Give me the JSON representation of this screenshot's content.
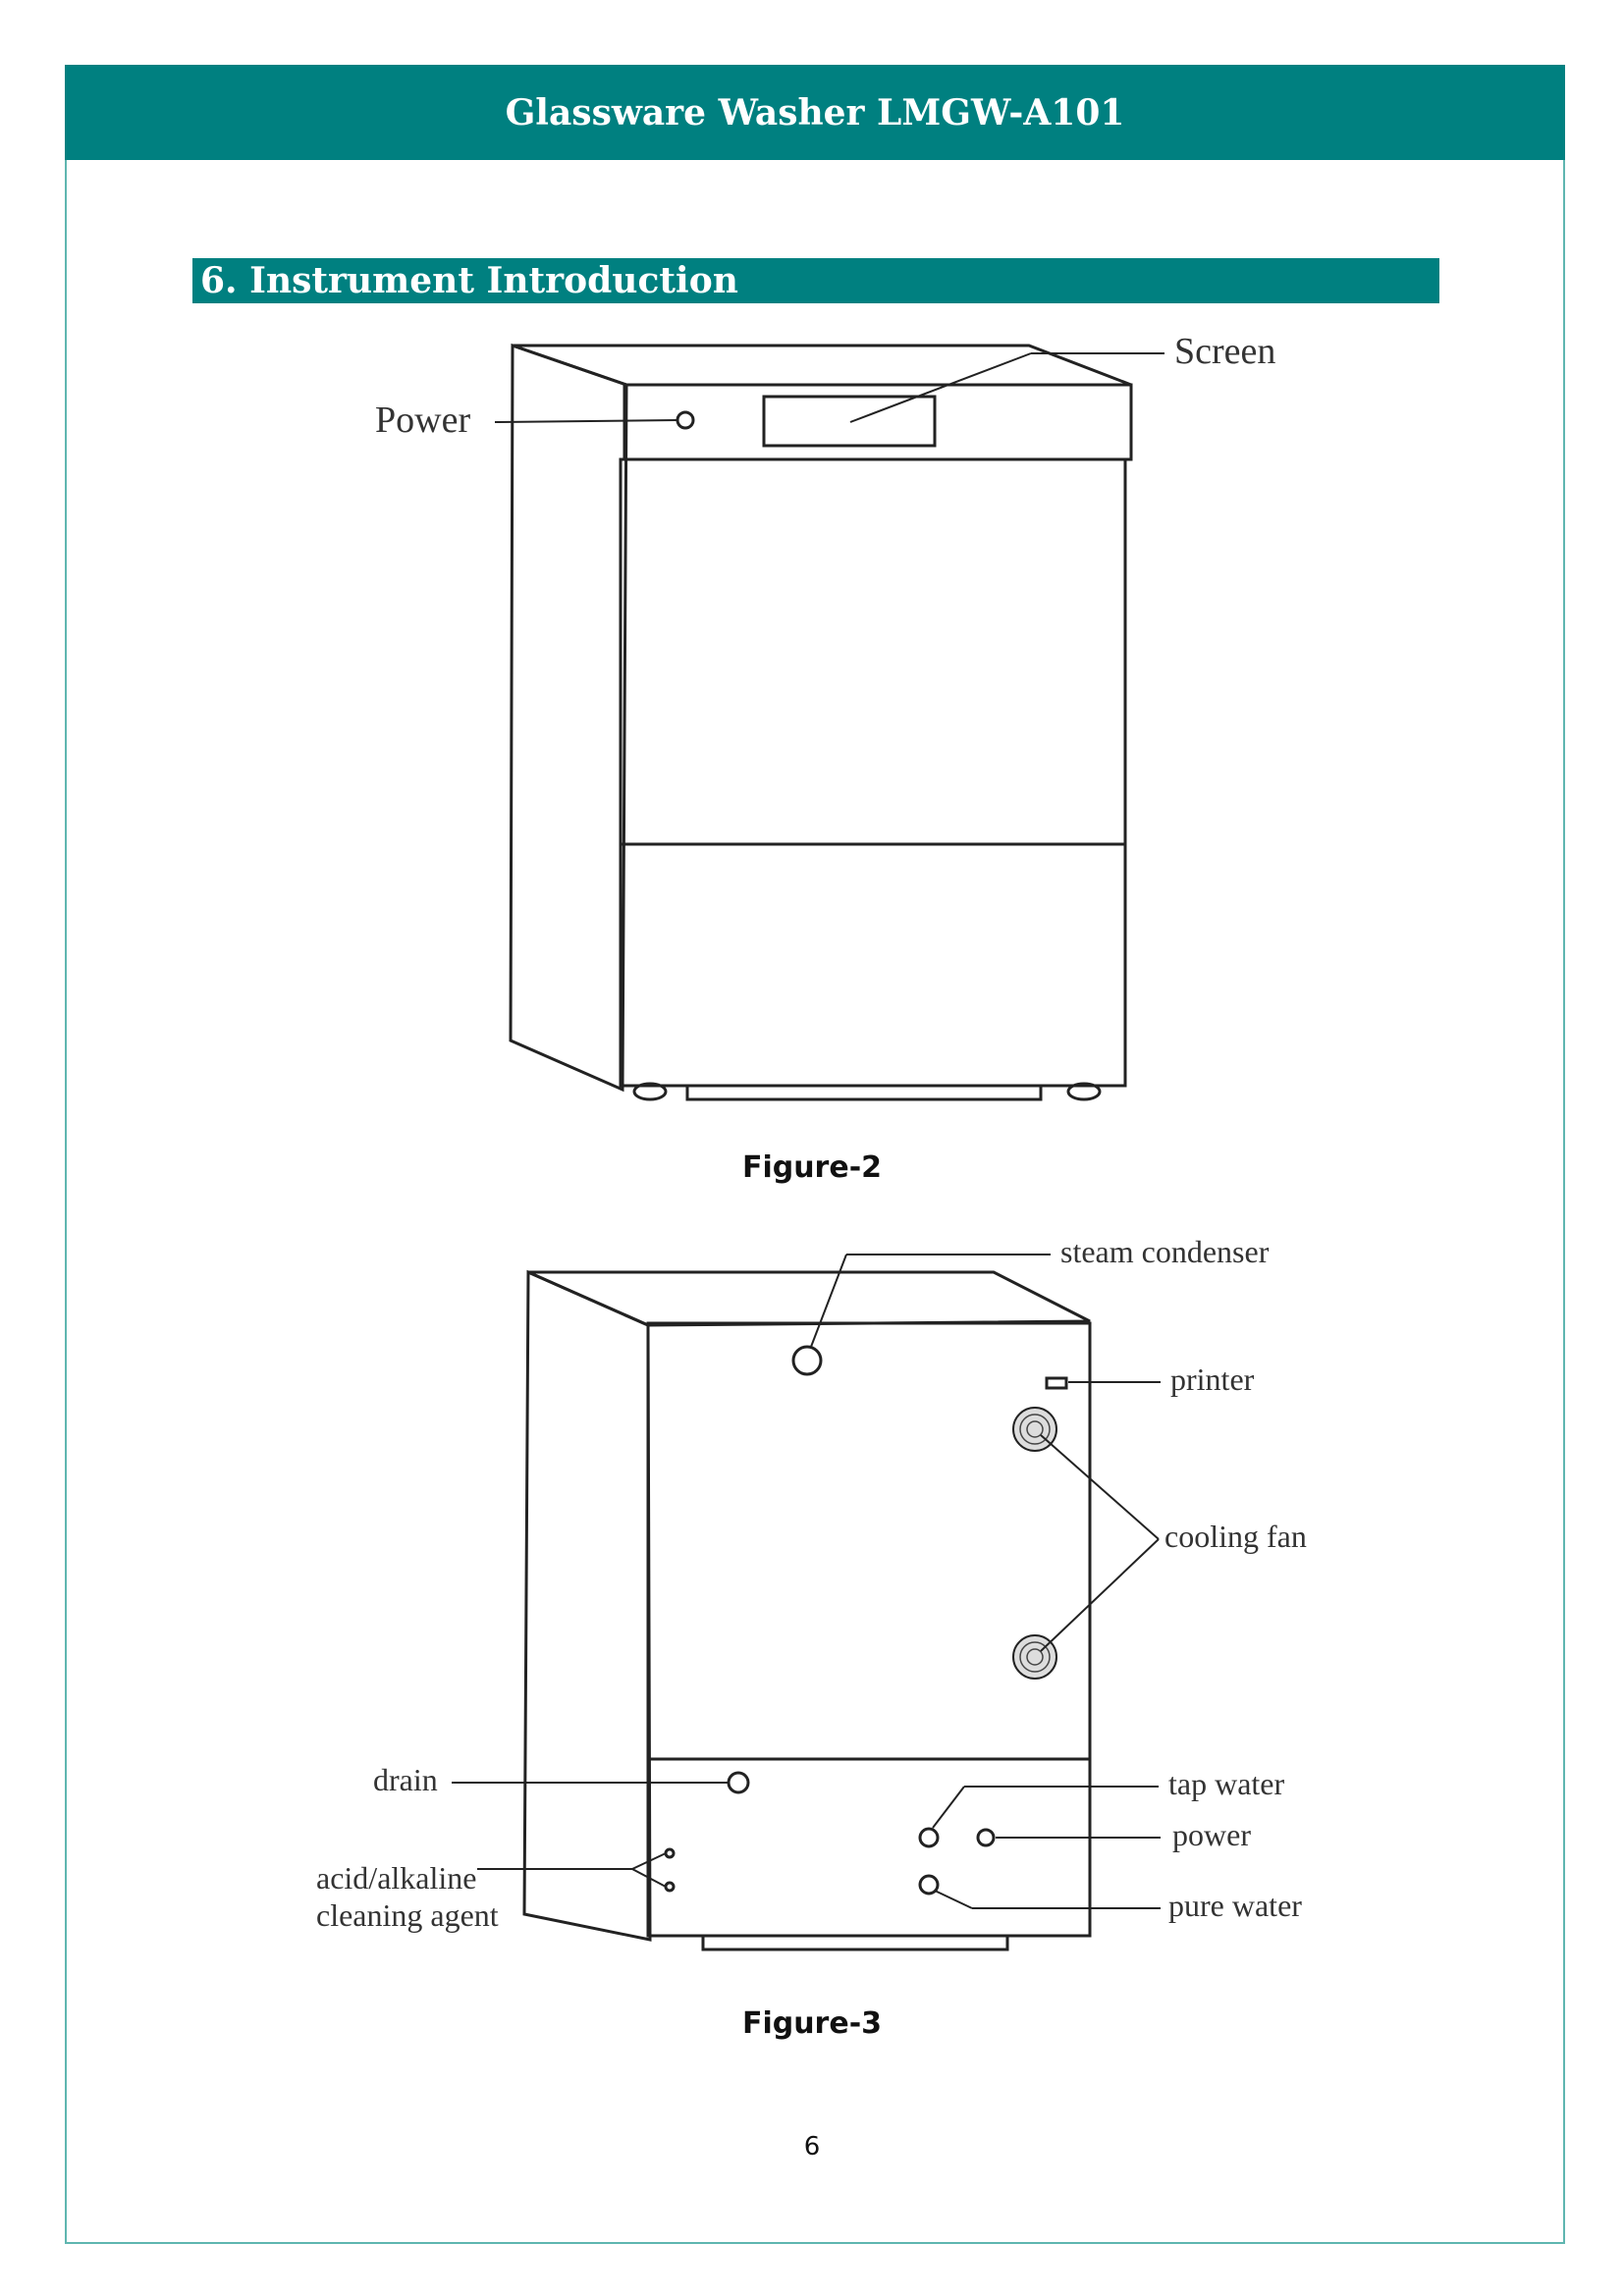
{
  "header": {
    "title": "Glassware Washer LMGW-A101"
  },
  "section": {
    "title": "6.  Instrument Introduction"
  },
  "figure2": {
    "labels": {
      "screen": "Screen",
      "power": "Power"
    },
    "caption": "Figure-2"
  },
  "figure3": {
    "labels": {
      "steam_condenser": "steam condenser",
      "printer": "printer",
      "cooling_fan": "cooling fan",
      "drain": "drain",
      "acid_line1": "acid/alkaline",
      "acid_line2": "cleaning agent",
      "tap_water": "tap water",
      "power": "power",
      "pure_water": "pure water"
    },
    "caption": "Figure-3"
  },
  "footer": {
    "page_number": "6"
  }
}
